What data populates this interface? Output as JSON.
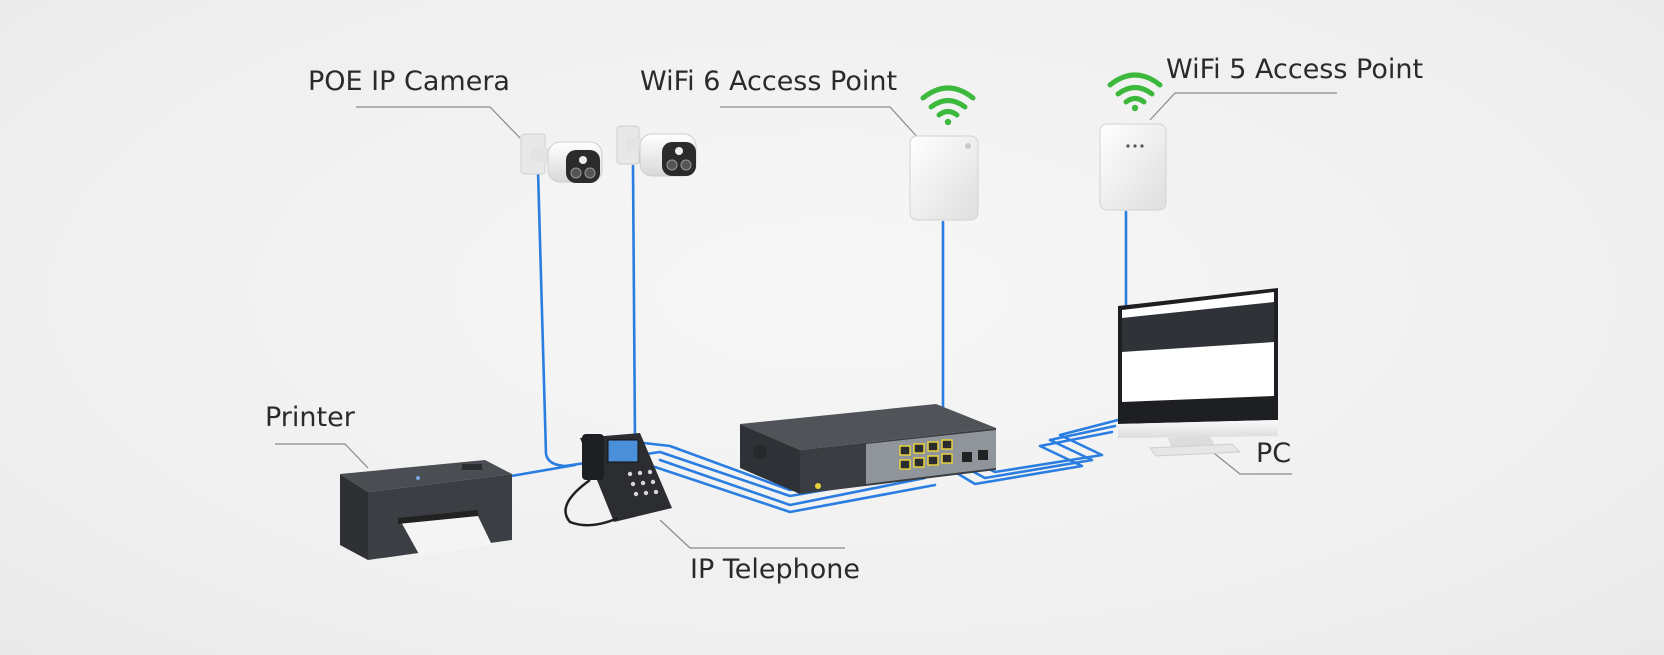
{
  "labels": {
    "poe_ip_camera": "POE IP Camera",
    "wifi6_access_point": "WiFi 6 Access Point",
    "wifi5_access_point": "WiFi 5 Access Point",
    "printer": "Printer",
    "pc": "PC",
    "ip_telephone": "IP Telephone"
  },
  "colors": {
    "cable": "#2a7de1",
    "wifi_signal": "#3cb83c",
    "switch_body": "#3a3d42",
    "switch_panel": "#8f959b",
    "label_text": "#2a2a2a"
  },
  "icons": [
    "wifi-signal-icon"
  ]
}
